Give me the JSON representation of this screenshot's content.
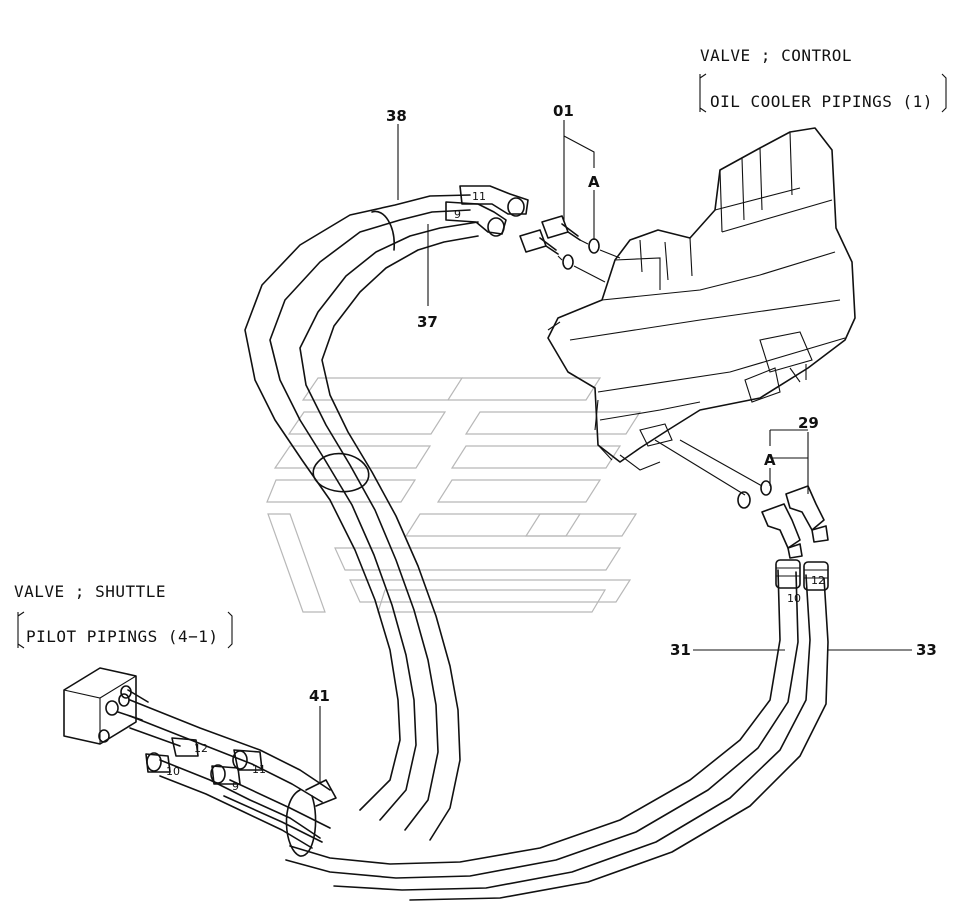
{
  "callouts": {
    "control_valve_title": "VALVE ; CONTROL",
    "control_valve_ref": "OIL COOLER PIPINGS (1)",
    "shuttle_valve_title": "VALVE ; SHUTTLE",
    "shuttle_valve_ref": "PILOT PIPINGS (4−1)"
  },
  "parts": {
    "p01": "01",
    "p38": "38",
    "p37": "37",
    "p29": "29",
    "p31": "31",
    "p33": "33",
    "p41": "41"
  },
  "fittings": {
    "f11_top": "11",
    "f9_top": "9",
    "f10_right": "10",
    "f12_right": "12",
    "f12_left": "12",
    "f11_left": "11",
    "f10_left": "10",
    "f9_left": "9"
  },
  "detail_marks": {
    "a_top": "A",
    "a_right": "A"
  }
}
